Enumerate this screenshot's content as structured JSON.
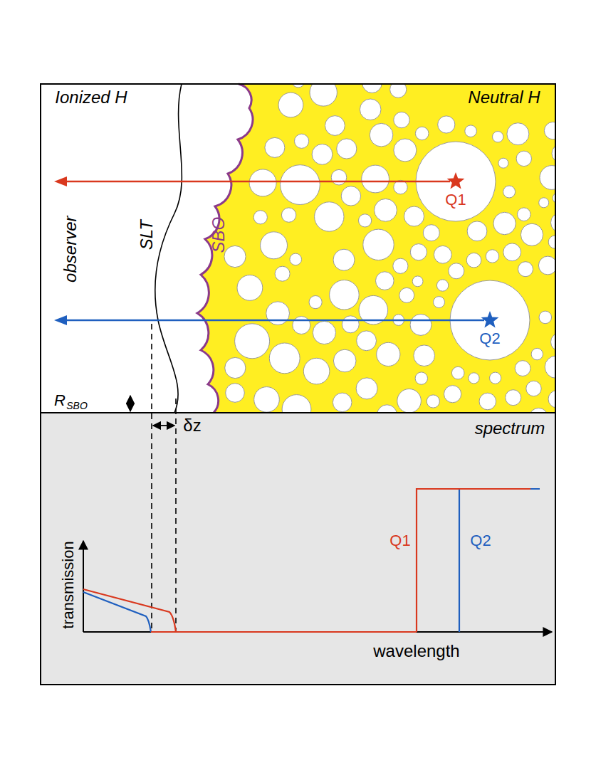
{
  "diagram": {
    "nodes": [
      {
        "text": [
          "Q1"
        ]
      },
      {
        "text": [
          "Q2"
        ]
      }
    ],
    "labels": [
      "Ionized H",
      "Neutral H",
      "observer",
      "SLT",
      "SBO",
      "R",
      "SBO",
      "δz",
      "spectrum",
      "transmission",
      "wavelength",
      "Q1",
      "Q2"
    ]
  }
}
